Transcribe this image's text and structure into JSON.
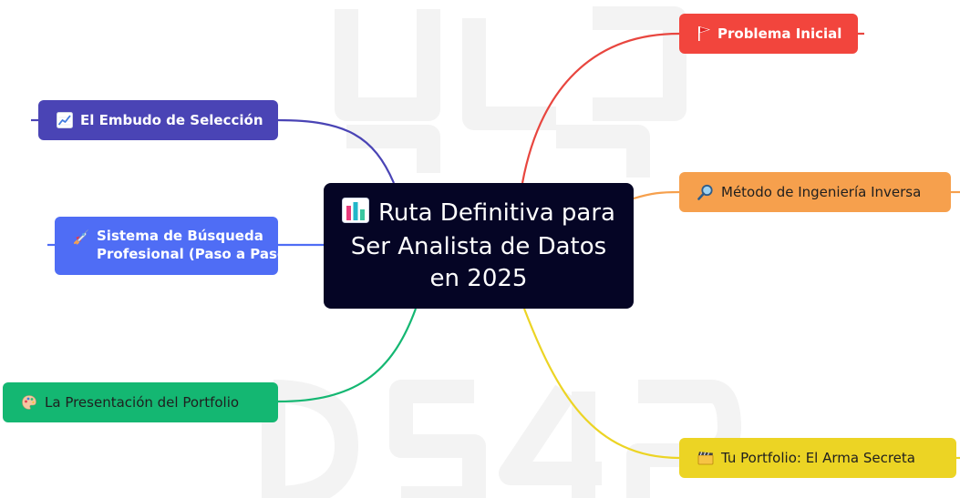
{
  "map": {
    "central": {
      "title": "Ruta Definitiva para Ser Analista de Datos en 2025",
      "icon": "bar-chart-icon",
      "background": "#050525"
    },
    "branches": [
      {
        "id": "problema-inicial",
        "label": "Problema Inicial",
        "icon": "red-flag-icon",
        "color": "#f2453d",
        "text_color": "#ffffff",
        "side": "right"
      },
      {
        "id": "metodo-ingenieria-inversa",
        "label": "Método de Ingeniería Inversa",
        "icon": "magnifying-glass-icon",
        "color": "#f6a04d",
        "text_color": "#1f1f1f",
        "side": "right"
      },
      {
        "id": "tu-portfolio-arma-secreta",
        "label": "Tu Portfolio: El Arma Secreta",
        "icon": "clapper-board-icon",
        "color": "#ecd424",
        "text_color": "#1f1f1f",
        "side": "right"
      },
      {
        "id": "embudo-de-seleccion",
        "label": "El Embudo de Selección",
        "icon": "chart-increasing-icon",
        "color": "#4a44b5",
        "text_color": "#ffffff",
        "side": "left"
      },
      {
        "id": "sistema-busqueda-profesional",
        "label": "Sistema de Búsqueda Profesional (Paso a Paso)",
        "label_line1": "Sistema de Búsqueda",
        "label_line2": "Profesional (Paso a Paso)",
        "icon": "rocket-icon",
        "color": "#4f6df5",
        "text_color": "#ffffff",
        "side": "left"
      },
      {
        "id": "presentacion-portfolio",
        "label": "La Presentación del Portfolio",
        "icon": "artist-palette-icon",
        "color": "#14b772",
        "text_color": "#1f1f1f",
        "side": "left"
      }
    ]
  }
}
